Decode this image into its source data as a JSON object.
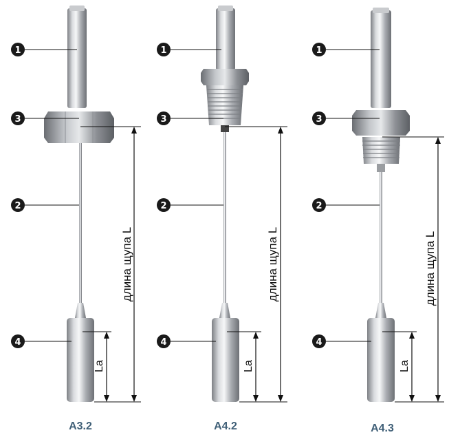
{
  "callouts": [
    "1",
    "2",
    "3",
    "4"
  ],
  "dimension_label": "длина щупа L",
  "sub_dimension_label": "La",
  "colors": {
    "callout_fill": "#1a1a1a",
    "model_label": "#3f5f77",
    "line": "#111111"
  },
  "probes": [
    {
      "model": "A3.2"
    },
    {
      "model": "A4.2"
    },
    {
      "model": "A4.3"
    }
  ]
}
